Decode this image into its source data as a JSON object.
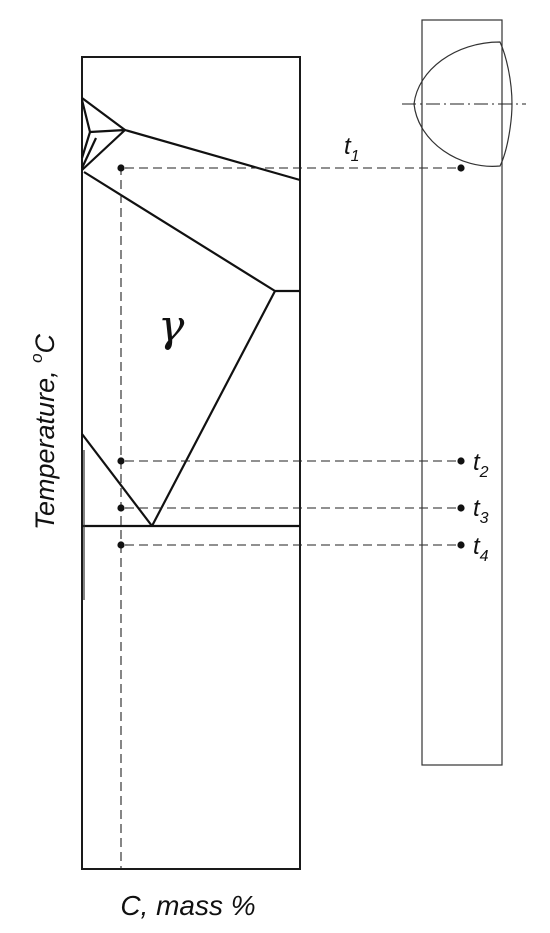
{
  "axes": {
    "x_label": "C, mass %",
    "y_label_main": "Temperature, ",
    "y_label_sup": "o",
    "y_label_unit": "C"
  },
  "phase_field_label": "γ",
  "temperatures": [
    {
      "key": "t1",
      "base": "t",
      "sub": "1"
    },
    {
      "key": "t2",
      "base": "t",
      "sub": "2"
    },
    {
      "key": "t3",
      "base": "t",
      "sub": "3"
    },
    {
      "key": "t4",
      "base": "t",
      "sub": "4"
    }
  ]
}
